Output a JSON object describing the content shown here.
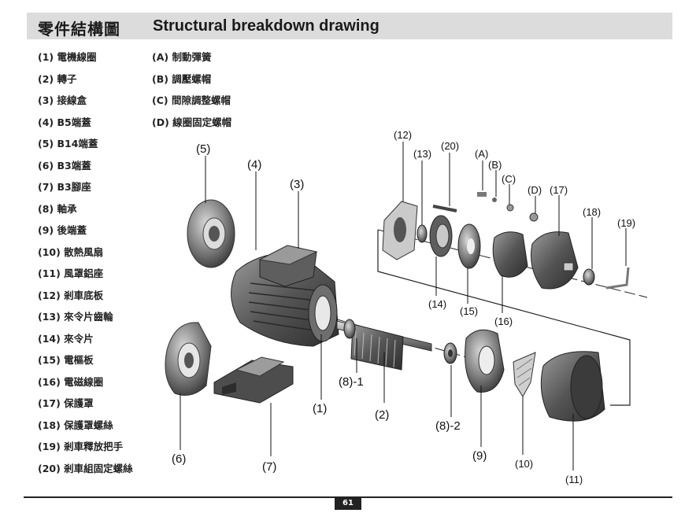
{
  "title": {
    "zh": "零件結構圖",
    "en": "Structural breakdown drawing"
  },
  "parts": [
    "(1) 電機線圈",
    "(2) 轉子",
    "(3) 接線盒",
    "(4) B5端蓋",
    "(5) B14端蓋",
    "(6) B3端蓋",
    "(7) B3腳座",
    "(8) 軸承",
    "(9) 後端蓋",
    "(10) 散熱風扇",
    "(11) 風罩鋁座",
    "(12) 剎車底板",
    "(13) 來令片齒輪",
    "(14) 來令片",
    "(15) 電樞板",
    "(16) 電磁線圈",
    "(17) 保護罩",
    "(18) 保護罩螺絲",
    "(19) 剎車釋放把手",
    "(20) 剎車組固定螺絲"
  ],
  "brake_parts": [
    "(A) 制動彈簧",
    "(B) 調壓螺帽",
    "(C) 間隙調整螺帽",
    "(D) 線圈固定螺帽"
  ],
  "callouts": {
    "c1": "(1)",
    "c2": "(2)",
    "c3": "(3)",
    "c4": "(4)",
    "c5": "(5)",
    "c6": "(6)",
    "c7": "(7)",
    "c8_1": "(8)-1",
    "c8_2": "(8)-2",
    "c9": "(9)",
    "c10": "(10)",
    "c11": "(11)",
    "c12": "(12)",
    "c13": "(13)",
    "c14": "(14)",
    "c15": "(15)",
    "c16": "(16)",
    "c17": "(17)",
    "c18": "(18)",
    "c19": "(19)",
    "c20": "(20)",
    "cA": "(A)",
    "cB": "(B)",
    "cC": "(C)",
    "cD": "(D)"
  },
  "page_number": "61",
  "colors": {
    "title_bar": "#dcdcdc",
    "metal_dark": "#4a4a4a",
    "metal_mid": "#7a7a7a",
    "metal_light": "#bdbdbd"
  }
}
